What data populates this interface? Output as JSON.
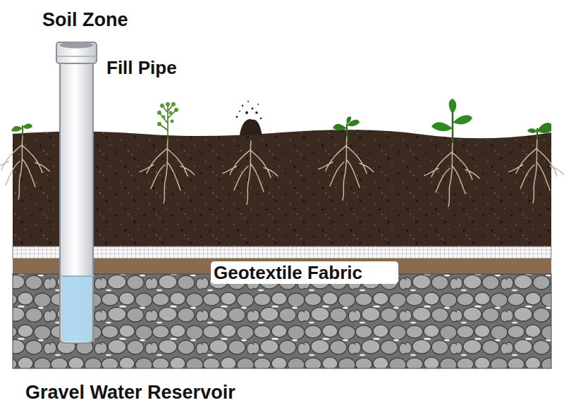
{
  "diagram": {
    "labels": [
      "Soil Zone",
      "Fill Pipe",
      "Geotextile Fabric",
      "Gravel Water Reservoir"
    ]
  }
}
